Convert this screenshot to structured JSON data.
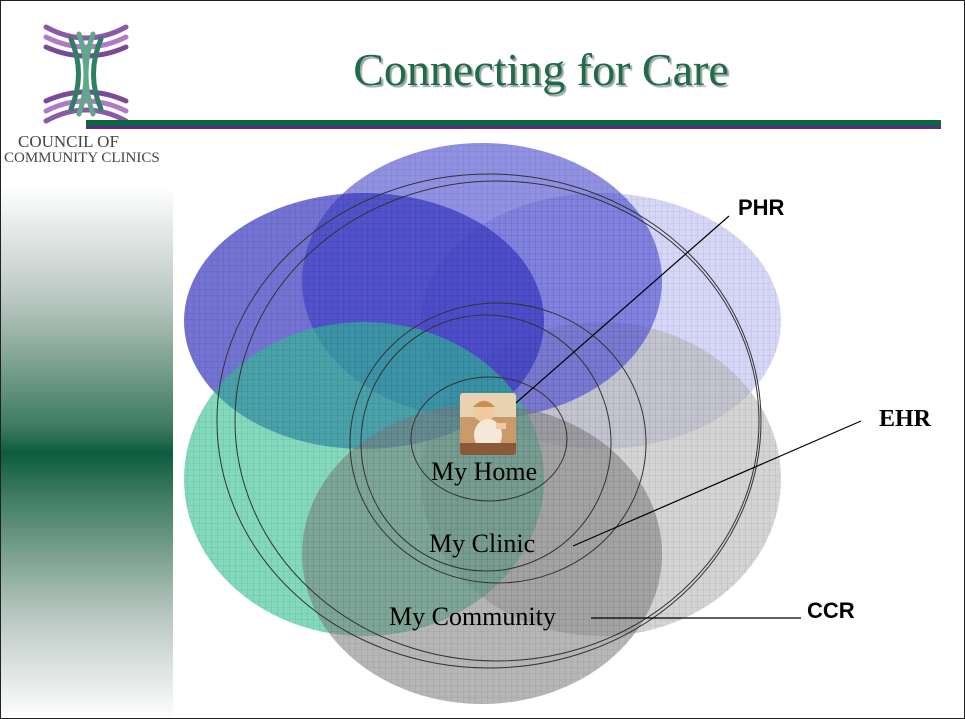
{
  "slide": {
    "title": "Connecting for Care",
    "logo_text": {
      "line1": "COUNCIL OF",
      "line2": "COMMUNITY CLINICS"
    },
    "colors": {
      "title_green": "#1f6a4a",
      "rule_green": "#0f6442",
      "rule_purple": "#5a2a86",
      "circle_blue": "#4a4ad0",
      "circle_teal": "#2fc08f",
      "circle_grey": "#8a8a8a",
      "circle_lavender": "#c8c8f4"
    }
  },
  "diagram": {
    "labels": {
      "home": "My Home",
      "clinic": "My Clinic",
      "community": "My Community"
    },
    "tags": {
      "phr": "PHR",
      "ehr": "EHR",
      "ccr": "CCR"
    },
    "photo_icon": "baby-photo"
  }
}
